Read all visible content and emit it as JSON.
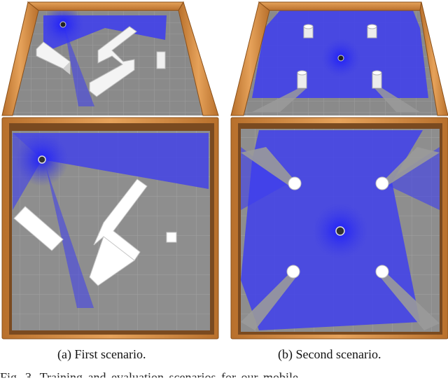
{
  "figure": {
    "panels": [
      {
        "id": "a",
        "caption": "(a)  First scenario."
      },
      {
        "id": "b",
        "caption": "(b)  Second scenario."
      }
    ],
    "continuation_text": "Fig. 3.  Training and evaluation scenarios for our mobile",
    "colors": {
      "frame_wood": "#d68a3e",
      "frame_wood_dark": "#9c5a1e",
      "floor_gray": "#8c8c8c",
      "laser_blue": "#3a3ae6",
      "obstacle_white": "#ffffff"
    }
  }
}
